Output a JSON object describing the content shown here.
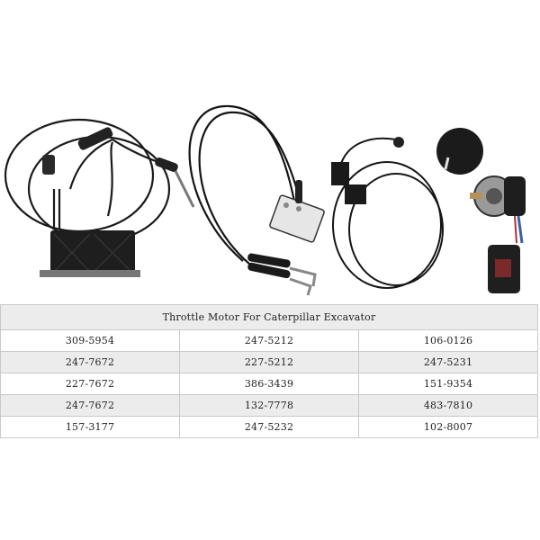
{
  "product_photo": {
    "items": [
      "throttle-motor-with-cables",
      "throttle-motor-dual-cable",
      "throttle-control-knob-and-sensor"
    ]
  },
  "table": {
    "title": "Throttle Motor For Caterpillar Excavator",
    "rows": [
      [
        "309-5954",
        "247-5212",
        "106-0126"
      ],
      [
        "247-7672",
        "227-5212",
        "247-5231"
      ],
      [
        "227-7672",
        "386-3439",
        "151-9354"
      ],
      [
        "247-7672",
        "132-7778",
        "483-7810"
      ],
      [
        "157-3177",
        "247-5232",
        "102-8007"
      ]
    ]
  }
}
